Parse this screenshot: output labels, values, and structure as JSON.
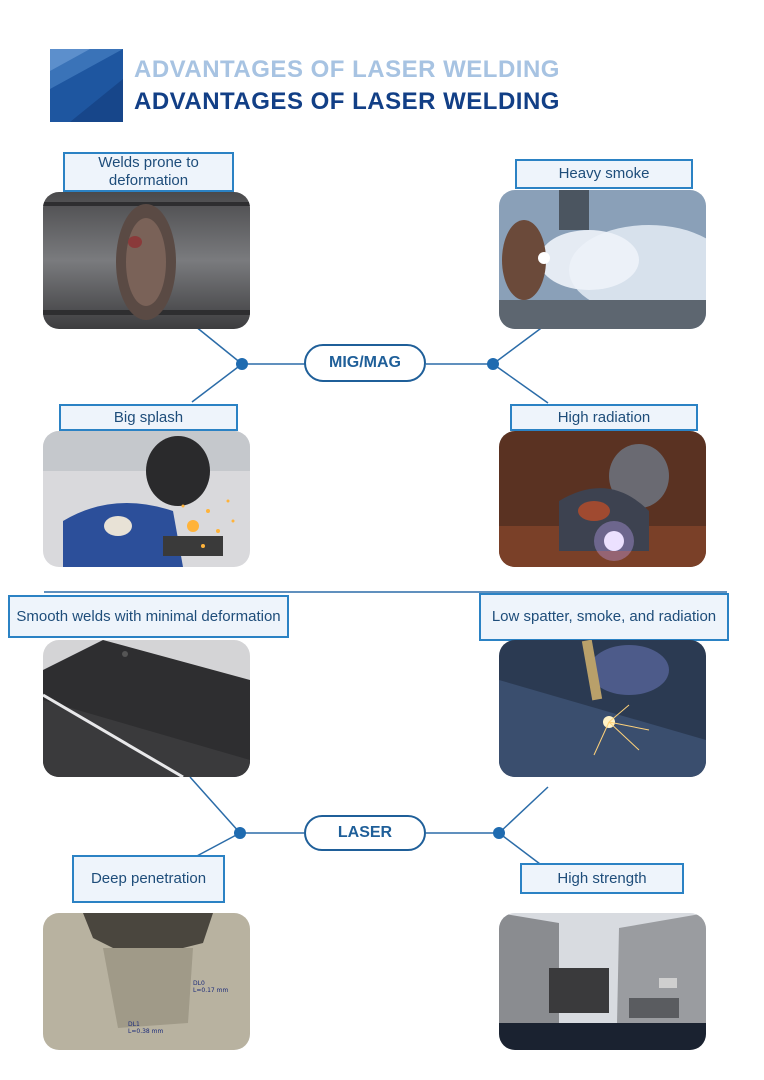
{
  "header": {
    "title_primary": "ADVANTAGES OF LASER WELDING",
    "title_secondary": "ADVANTAGES OF LASER WELDING",
    "color_light": "#a7c3e2",
    "color_dark": "#123f86"
  },
  "mig_mag": {
    "center_label": "MIG/MAG",
    "items": {
      "top_left": "Welds prone to deformation",
      "top_right": "Heavy smoke",
      "bottom_left": "Big splash",
      "bottom_right": "High radiation"
    }
  },
  "laser": {
    "center_label": "LASER",
    "items": {
      "top_left": "Smooth welds with minimal deformation",
      "top_right": "Low spatter, smoke, and radiation",
      "bottom_left": "Deep penetration",
      "bottom_right": "High strength"
    },
    "micrograph_labels": [
      "DL0",
      "L=0.17 mm",
      "DL1",
      "L=0.38 mm"
    ]
  },
  "colors": {
    "accent": "#2b82c4",
    "node": "#1f6bb0",
    "label_bg": "#eef4fb"
  }
}
